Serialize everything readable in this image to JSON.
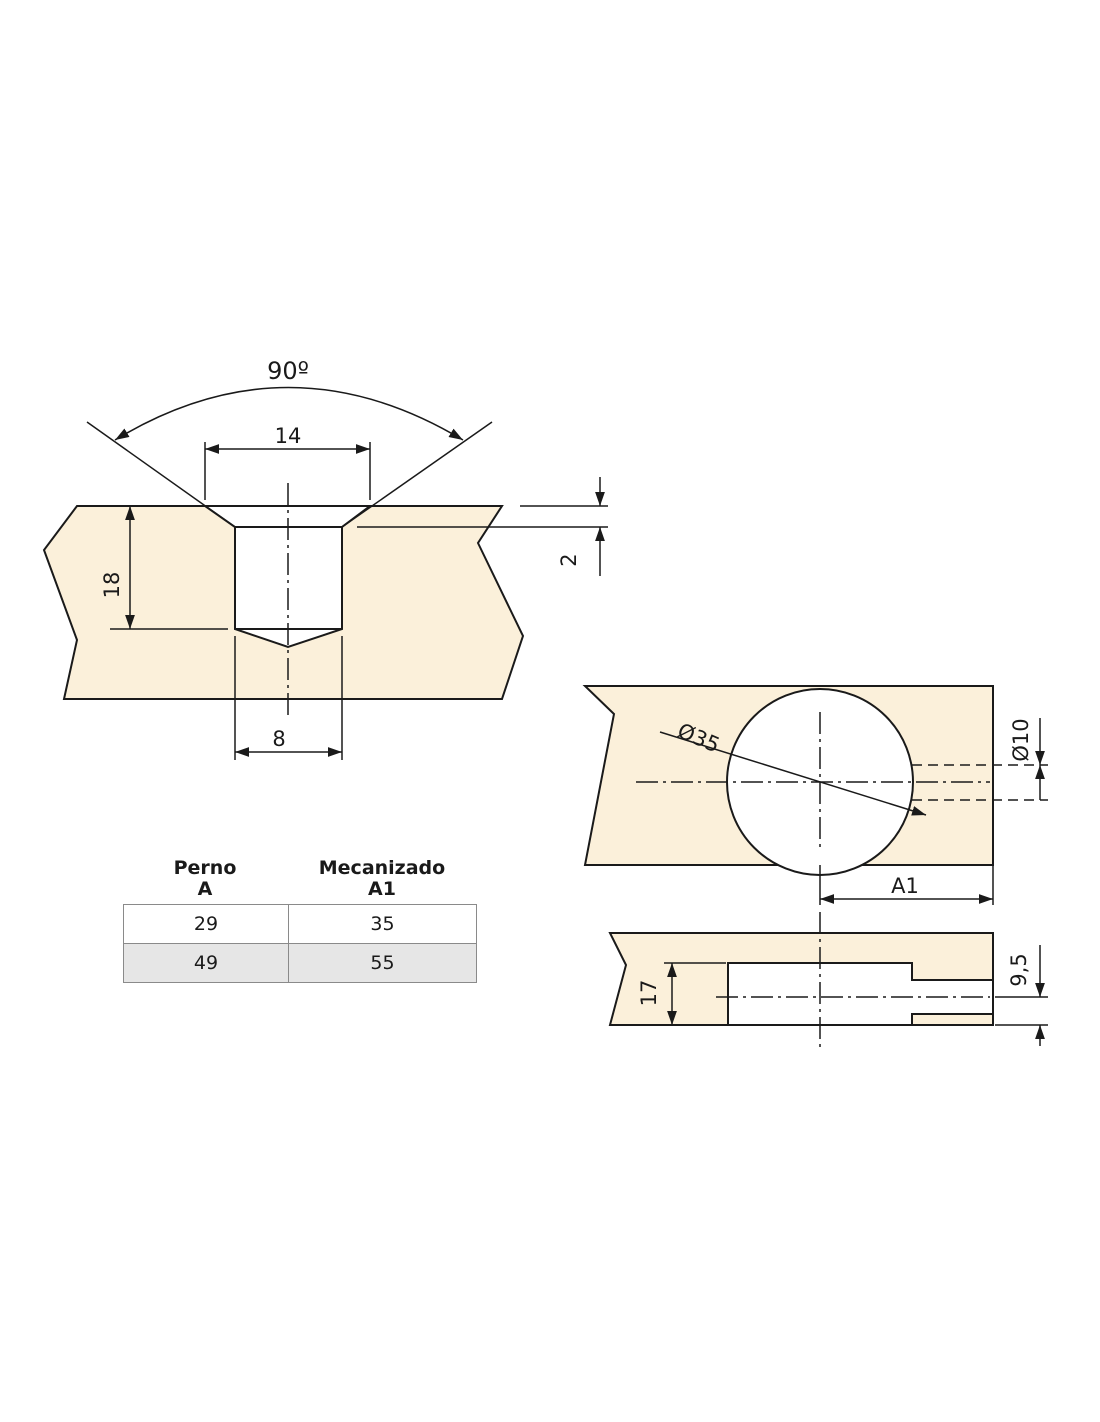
{
  "colors": {
    "wood": "#fbf0da",
    "line": "#1a1a1a",
    "row_alt": "#e6e6e6"
  },
  "drawing_1": {
    "angle_label": "90º",
    "top_width_label": "14",
    "depth_label": "18",
    "chamfer_label": "2",
    "hole_width_label": "8"
  },
  "drawing_2": {
    "diameter_label": "Ø35",
    "small_diameter_label": "Ø10",
    "offset_label": "A1"
  },
  "drawing_3": {
    "depth_label": "17",
    "axis_label": "9,5"
  },
  "table": {
    "headers": [
      {
        "line1": "Perno",
        "line2": "A"
      },
      {
        "line1": "Mecanizado",
        "line2": "A1"
      }
    ],
    "rows": [
      [
        "29",
        "35"
      ],
      [
        "49",
        "55"
      ]
    ]
  }
}
